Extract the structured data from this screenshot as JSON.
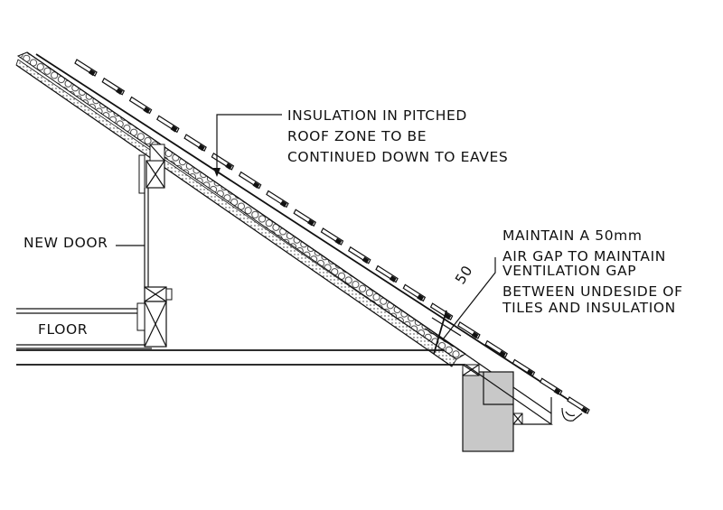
{
  "annotations": {
    "insulation": {
      "lines": [
        "INSULATION IN PITCHED",
        "ROOF ZONE TO BE",
        "CONTINUED DOWN TO EAVES"
      ]
    },
    "air_gap": {
      "lines": [
        "MAINTAIN A 50mm",
        "AIR GAP TO MAINTAIN",
        "VENTILATION GAP",
        "BETWEEN UNDESIDE OF",
        "TILES AND INSULATION"
      ]
    },
    "door": {
      "label": "NEW DOOR"
    },
    "floor": {
      "label": "FLOOR"
    },
    "dimension": {
      "value": "50"
    }
  }
}
